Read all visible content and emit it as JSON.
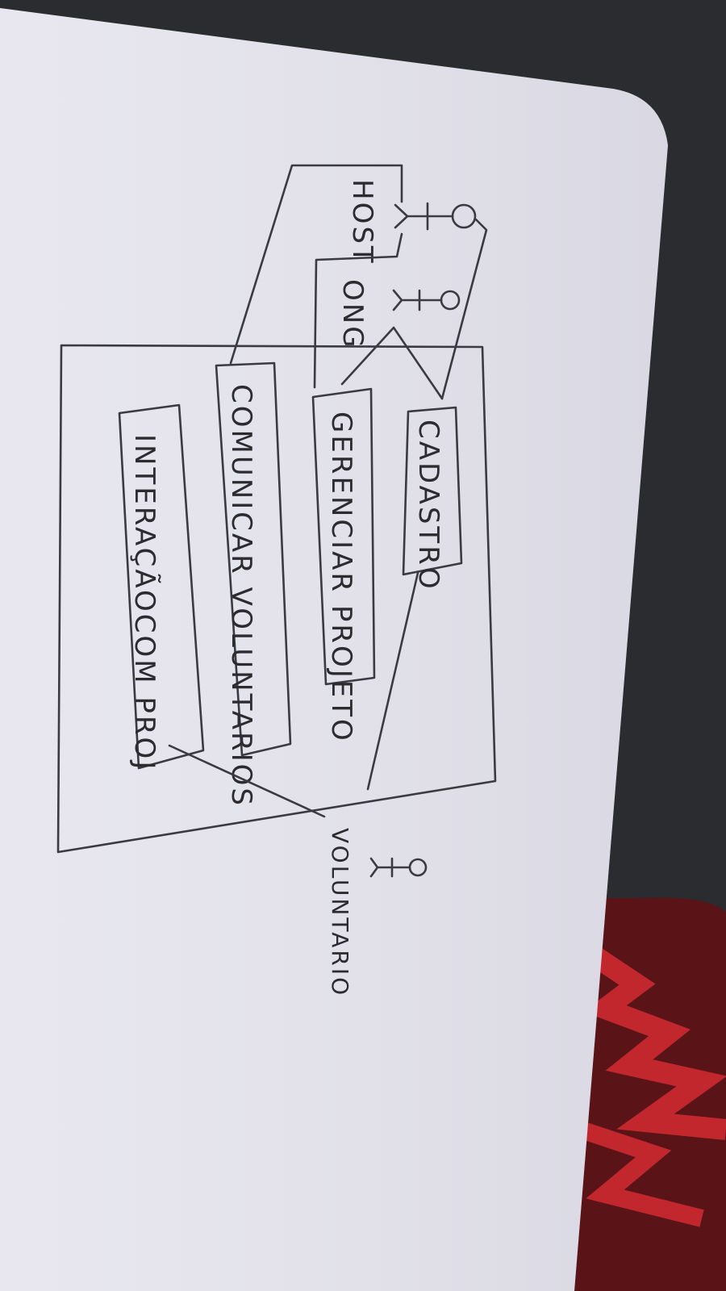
{
  "diagram": {
    "actors": [
      {
        "id": "host",
        "label": "HOST"
      },
      {
        "id": "ong",
        "label": "ONG"
      },
      {
        "id": "voluntario",
        "label": "VOLUNTARIO"
      }
    ],
    "use_cases": [
      {
        "id": "cadastro",
        "label": "CADASTRO"
      },
      {
        "id": "gerenciar_projeto",
        "label": "GERENCIAR PROJETO"
      },
      {
        "id": "comunicar_voluntarios",
        "label": "COMUNICAR VOLUNTARIOS"
      },
      {
        "id": "interacao_com_projetos",
        "label": "INTERAÇÃOCOM PROJ"
      }
    ],
    "connections": [
      {
        "from": "host",
        "to": "cadastro"
      },
      {
        "from": "host",
        "to": "comunicar_voluntarios"
      },
      {
        "from": "ong",
        "to": "cadastro"
      },
      {
        "from": "ong",
        "to": "gerenciar_projeto"
      },
      {
        "from": "voluntario",
        "to": "cadastro"
      },
      {
        "from": "voluntario",
        "to": "interacao_com_projetos"
      }
    ]
  }
}
